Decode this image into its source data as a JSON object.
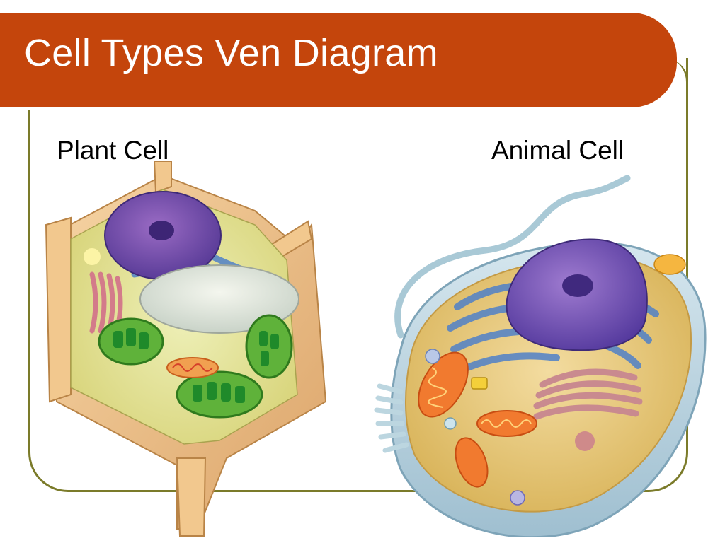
{
  "slide": {
    "title": "Cell Types Ven Diagram",
    "plant_label": "Plant Cell",
    "animal_label": "Animal Cell"
  },
  "colors": {
    "title_bar": "#c4450c",
    "frame": "#7b7b2a",
    "title_text": "#ffffff"
  }
}
